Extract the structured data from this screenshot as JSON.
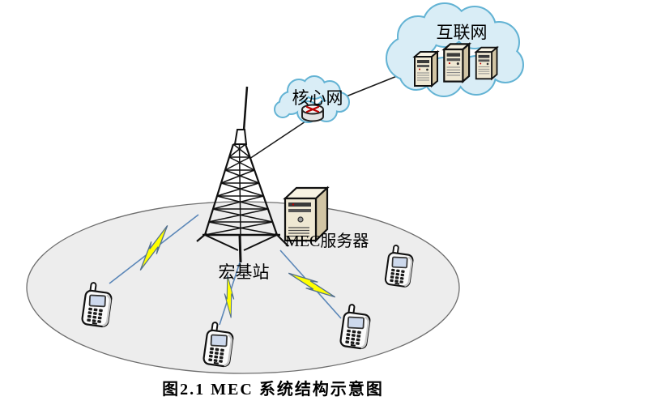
{
  "figure": {
    "caption": "图2.1 MEC 系统结构示意图",
    "nodes": {
      "internet": {
        "label": "互联网"
      },
      "core_network": {
        "label": "核心网"
      },
      "mec_server": {
        "label": "MEC服务器"
      },
      "macro_base_station": {
        "label": "宏基站"
      }
    },
    "devices": {
      "mobile_phone_count": "4",
      "wireless_link_count": "3",
      "internet_server_count": "3"
    },
    "colors": {
      "cloud_fill": "#d9edf6",
      "cloud_stroke": "#63b3d4",
      "coverage_fill": "#ededed",
      "coverage_stroke": "#6e6e6e",
      "lightning_fill": "#ffff00",
      "lightning_stroke": "#53718f",
      "link_blue": "#5b87b8",
      "backhaul_black": "#1a1a1a",
      "server_front": "#efe8d3",
      "server_side": "#d2c5a4",
      "server_top": "#f8f3e3",
      "phone_screen": "#cdd9ed",
      "router_red": "#bb0000"
    }
  }
}
